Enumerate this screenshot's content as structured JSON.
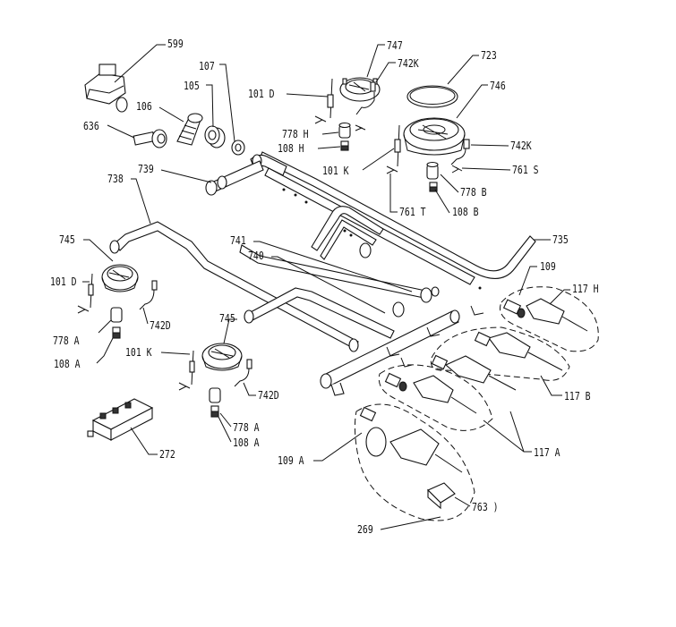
{
  "labels": {
    "l599": "599",
    "l747": "747",
    "l742K_a": "742K",
    "l723": "723",
    "l746": "746",
    "l107": "107",
    "l105": "105",
    "l101D_a": "101 D",
    "l106": "106",
    "l636": "636",
    "l778H": "778 H",
    "l108H": "108 H",
    "l739": "739",
    "l101K_a": "101 K",
    "l742K_b": "742K",
    "l761S": "761 S",
    "l778B": "778 B",
    "l108B": "108 B",
    "l761T": "761 T",
    "l738": "738",
    "l735": "735",
    "l745_a": "745",
    "l741": "741",
    "l740": "740",
    "l109_a": "109",
    "l101D_b": "101 D",
    "l117H": "117 H",
    "l742D_a": "742D",
    "l778A_a": "778 A",
    "l745_b": "745",
    "l108A_a": "108 A",
    "l101K_b": "101 K",
    "l742D_b": "742D",
    "l117B": "117 B",
    "l778A_b": "778 A",
    "l108A_b": "108 A",
    "l272": "272",
    "l117A": "117 A",
    "l109A": "109 A",
    "l763": "763 )",
    "l269": "269"
  }
}
